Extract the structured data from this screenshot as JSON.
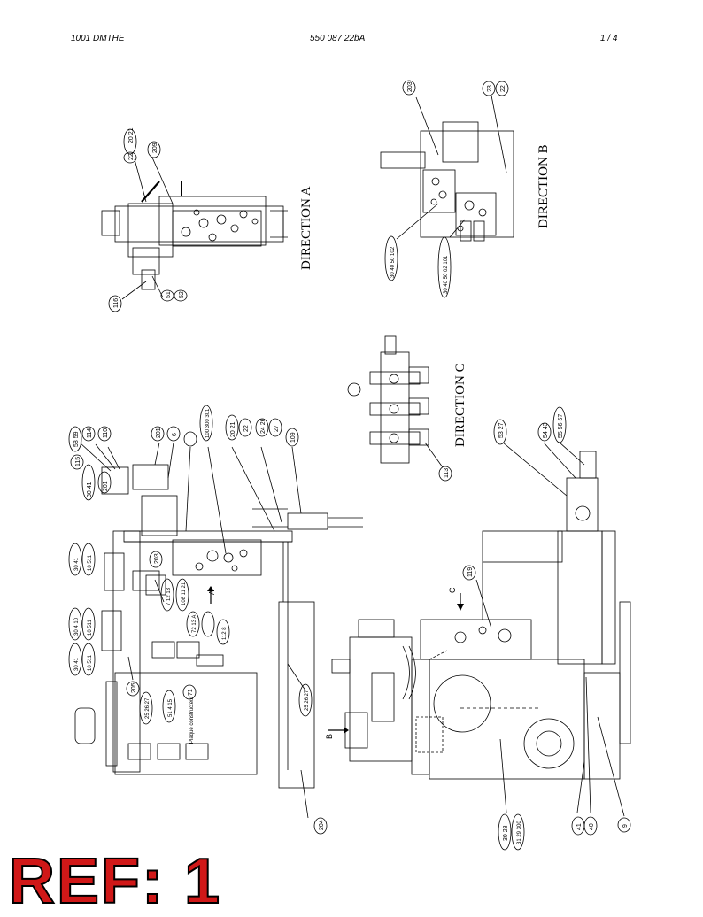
{
  "header": {
    "code_left": "1001 DMTHE",
    "doc_number": "550 087 22bA",
    "page": "1 /   4"
  },
  "views": {
    "direction_a": "DIRECTION A",
    "direction_b": "DIRECTION B",
    "direction_c": "DIRECTION C"
  },
  "arrows": {
    "b": "B",
    "c": "C",
    "a": "A"
  },
  "callouts": {
    "a_top_1": "20 21",
    "a_top_2": "22",
    "a_top_3": "209",
    "a_bot_1": "116",
    "a_bot_2": "51",
    "a_bot_3": "52",
    "b_top_1": "203",
    "b_top_2": "23",
    "b_top_3": "22",
    "b_bot_1": "30 40 50 102",
    "b_bot_2": "30 40 50 02 101",
    "c_1": "113",
    "main_1": "58 59",
    "main_2": "114",
    "main_3": "110",
    "main_4": "6",
    "main_5": "115",
    "main_6": "201",
    "main_7": "100 300 301",
    "main_8": "20 21",
    "main_9": "22",
    "main_10": "24 26",
    "main_11": "27",
    "main_12": "109",
    "main_13": "30 41",
    "main_14": "10 511",
    "main_15": "203",
    "main_16": "7 12 13",
    "main_17": "108 11 21",
    "main_18": "30 41",
    "main_19": "30 4 10",
    "main_20": "72 13 A",
    "main_21": "112 8",
    "main_22": "205",
    "main_23": "25 26 27",
    "main_24": "51 4 15",
    "main_25": "71",
    "main_26": "25 26 27",
    "main_27": "204",
    "main_28": "119",
    "main_29": "53 27",
    "main_30": "54 43",
    "main_31": "55 56 57",
    "main_32": "30 28",
    "main_33": "31 29 300",
    "main_34": "41",
    "main_35": "40",
    "main_36": "9"
  },
  "panel_note": "Plaque constructeur",
  "ref_label": "REF: 1"
}
